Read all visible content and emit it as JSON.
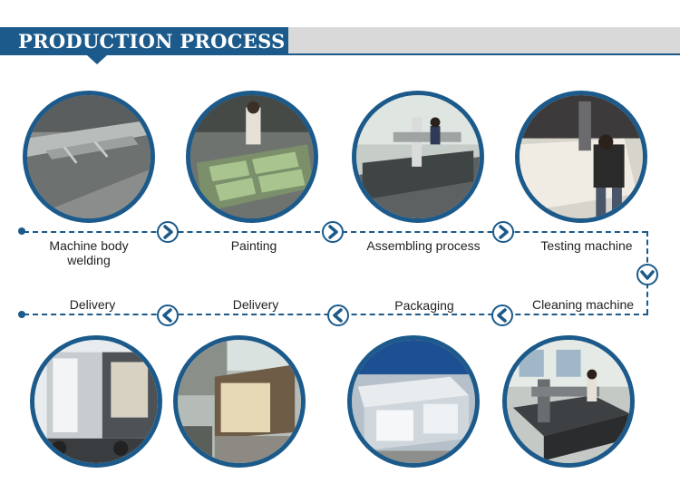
{
  "header": {
    "title": "PRODUCTION PROCESS"
  },
  "colors": {
    "accent": "#1b5a8a",
    "header_bg": "#d9d9d9",
    "line": "#1b5a8a"
  },
  "steps_top": [
    {
      "label": "Machine body\nwelding",
      "image": "metal-frame-welding-photo"
    },
    {
      "label": "Painting",
      "image": "painted-frame-photo"
    },
    {
      "label": "Assembling process",
      "image": "gantry-assembly-photo"
    },
    {
      "label": "Testing machine",
      "image": "machine-testing-photo"
    }
  ],
  "steps_bottom": [
    {
      "label": "Delivery",
      "image": "truck-loading-photo"
    },
    {
      "label": "Delivery",
      "image": "container-loading-photo"
    },
    {
      "label": "Packaging",
      "image": "wrapped-machines-photo"
    },
    {
      "label": "Cleaning machine",
      "image": "cnc-router-photo"
    }
  ],
  "icons": {
    "right": "chevron-right-circle-icon",
    "down": "chevron-down-circle-icon",
    "left": "chevron-left-circle-icon"
  }
}
